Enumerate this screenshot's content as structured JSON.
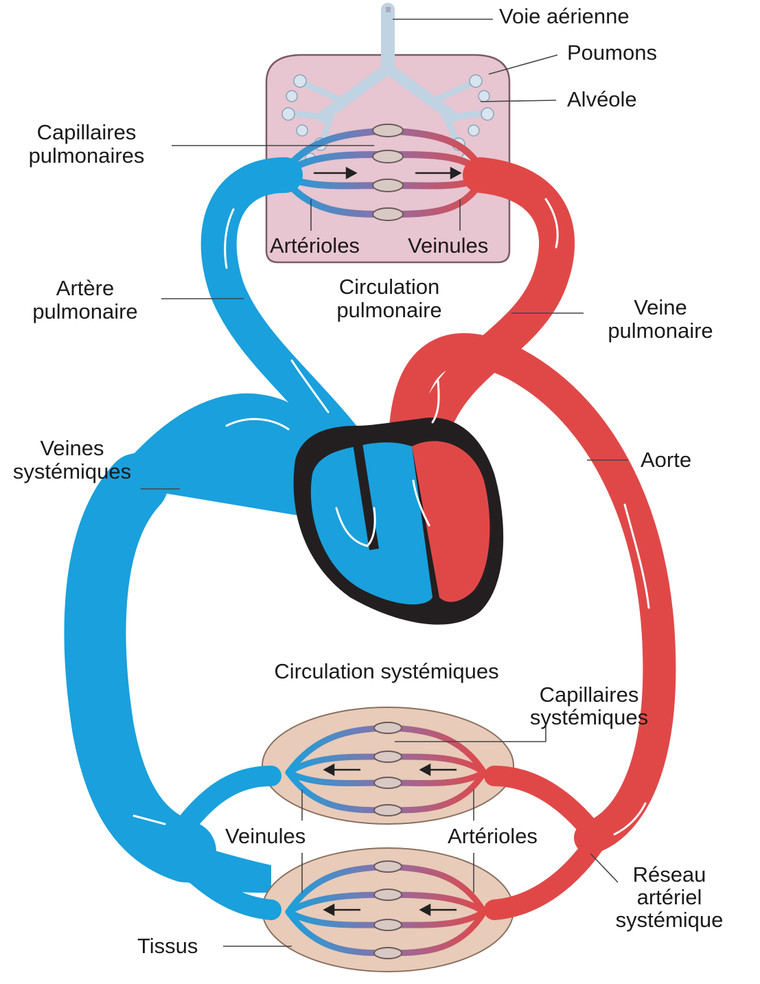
{
  "labels": {
    "voie_aerienne": "Voie aérienne",
    "poumons": "Poumons",
    "alveole": "Alvéole",
    "capillaires_pulmonaires": [
      "Capillaires",
      "pulmonaires"
    ],
    "arterioles_top": "Artérioles",
    "veinules_top": "Veinules",
    "circulation_pulmonaire": [
      "Circulation",
      "pulmonaire"
    ],
    "artere_pulmonaire": [
      "Artère",
      "pulmonaire"
    ],
    "veine_pulmonaire": [
      "Veine",
      "pulmonaire"
    ],
    "veines_systemiques": [
      "Veines",
      "systémiques"
    ],
    "aorte": "Aorte",
    "circulation_systemiques": "Circulation systémiques",
    "capillaires_systemiques": [
      "Capillaires",
      "systémiques"
    ],
    "veinules_bottom": "Veinules",
    "arterioles_bottom": "Artérioles",
    "reseau_arteriel_systemique": [
      "Réseau",
      "artériel",
      "systémique"
    ],
    "tissus": "Tissus"
  },
  "colors": {
    "oxygenated": "#e04848",
    "deoxygenated": "#1aa0dc",
    "heart_wall": "#231f20",
    "lung": "#e7c5d1",
    "tissue": "#e8cbb8",
    "airway": "#bfd3e3"
  }
}
